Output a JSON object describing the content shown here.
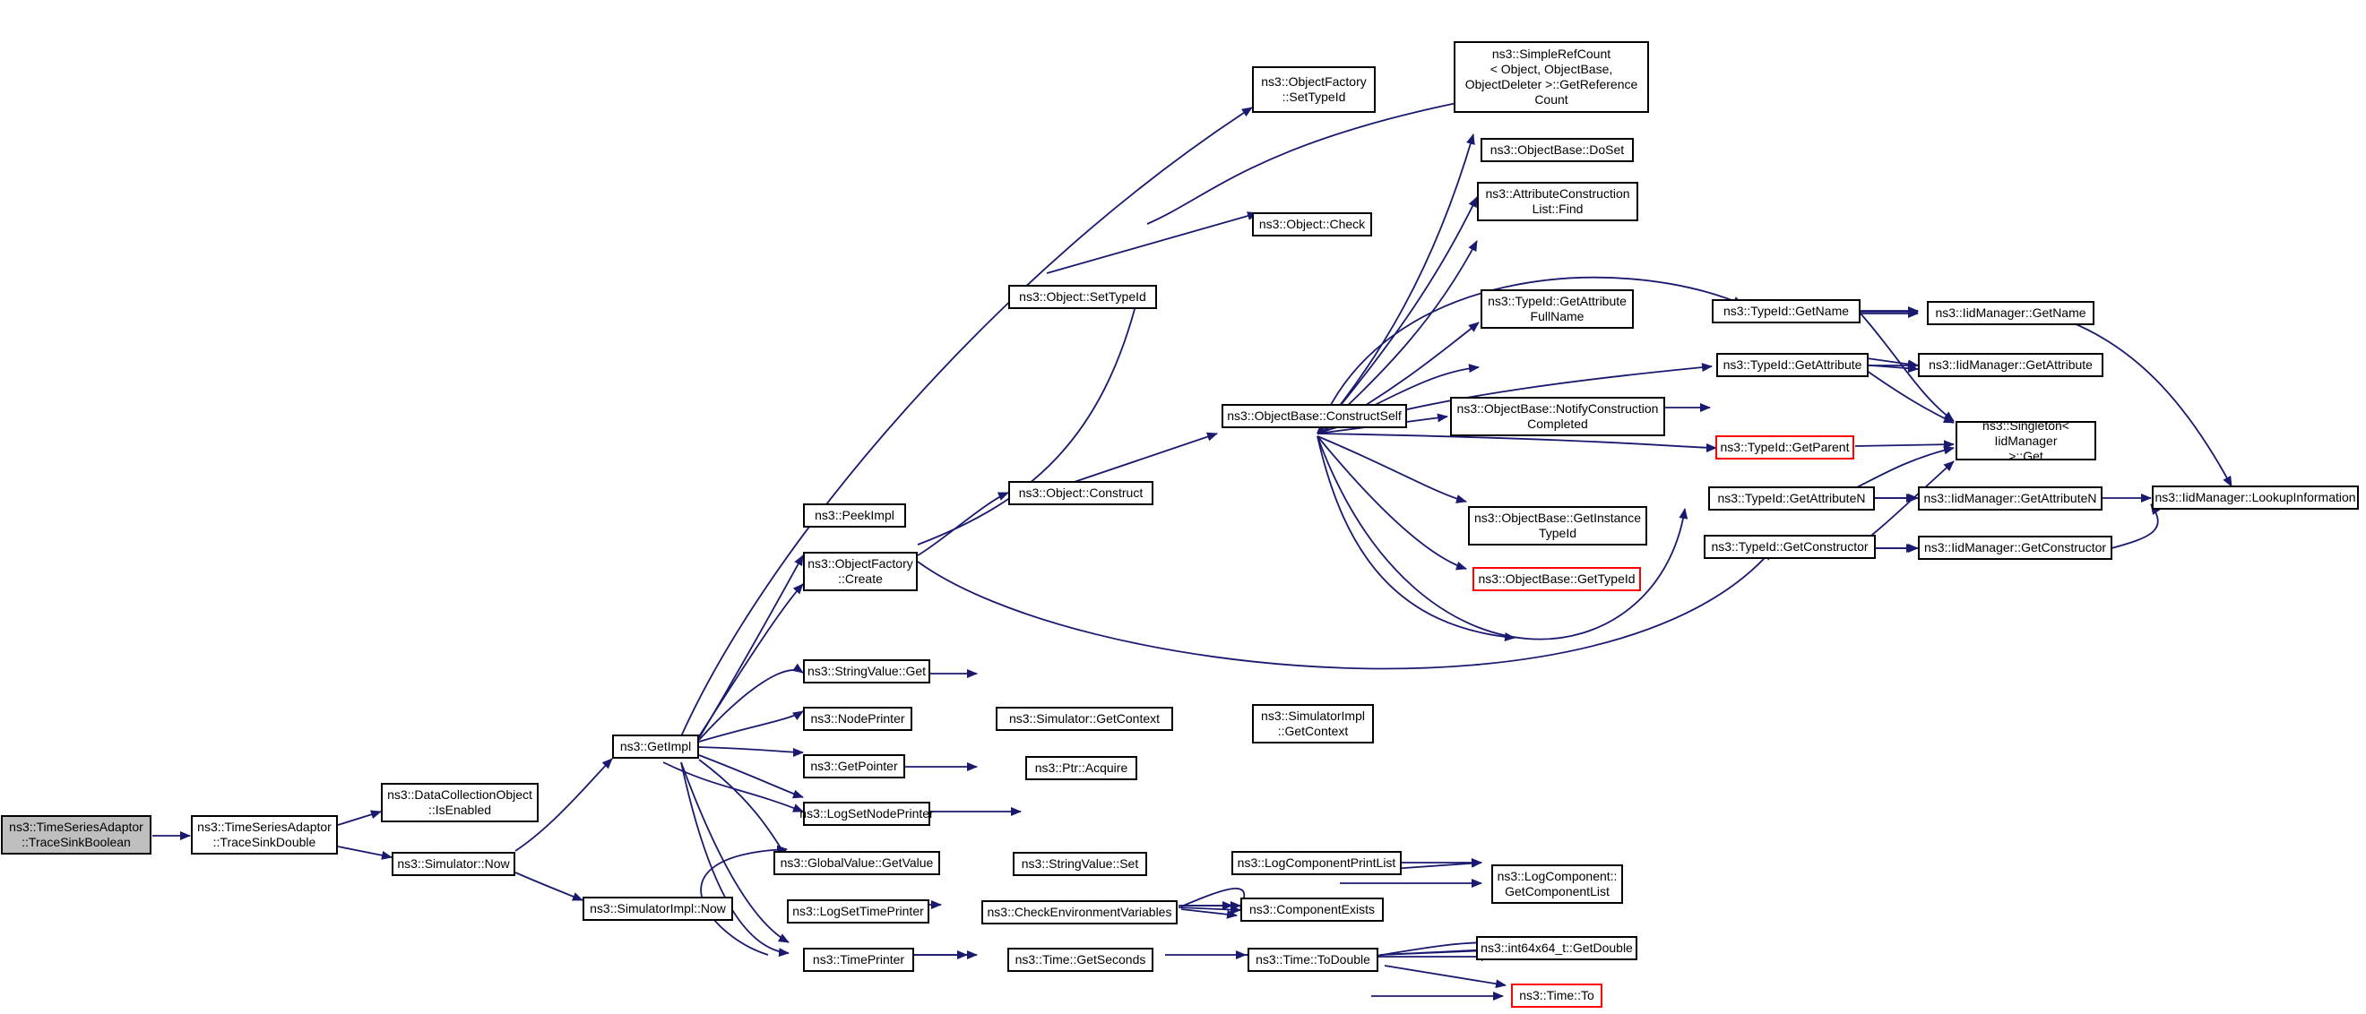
{
  "colors": {
    "edge": "#191970",
    "node_border": "#000000",
    "red_border": "#ff0000",
    "root_fill": "#bfbfbf",
    "background": "#ffffff"
  },
  "nodes": {
    "root": "ns3::TimeSeriesAdaptor\n::TraceSinkBoolean",
    "trace_sink_double": "ns3::TimeSeriesAdaptor\n::TraceSinkDouble",
    "is_enabled": "ns3::DataCollectionObject\n::IsEnabled",
    "simulator_now": "ns3::Simulator::Now",
    "simimpl_now": "ns3::SimulatorImpl::Now",
    "get_impl": "ns3::GetImpl",
    "peek_impl": "ns3::PeekImpl",
    "objfactory_create": "ns3::ObjectFactory\n::Create",
    "stringvalue_get": "ns3::StringValue::Get",
    "node_printer": "ns3::NodePrinter",
    "get_pointer": "ns3::GetPointer",
    "log_set_node_printer": "ns3::LogSetNodePrinter",
    "globalvalue_getvalue": "ns3::GlobalValue::GetValue",
    "log_set_time_printer": "ns3::LogSetTimePrinter",
    "time_printer": "ns3::TimePrinter",
    "objfactory_settypeid": "ns3::ObjectFactory\n::SetTypeId",
    "object_settypeid": "ns3::Object::SetTypeId",
    "object_construct": "ns3::Object::Construct",
    "simulator_getcontext": "ns3::Simulator::GetContext",
    "ptr_acquire": "ns3::Ptr::Acquire",
    "stringvalue_set": "ns3::StringValue::Set",
    "check_env_vars": "ns3::CheckEnvironmentVariables",
    "time_getseconds": "ns3::Time::GetSeconds",
    "object_check": "ns3::Object::Check",
    "objbase_constructself": "ns3::ObjectBase::ConstructSelf",
    "simimpl_getcontext": "ns3::SimulatorImpl\n::GetContext",
    "logcomp_printlist": "ns3::LogComponentPrintList",
    "component_exists": "ns3::ComponentExists",
    "time_todouble": "ns3::Time::ToDouble",
    "simple_ref_count": "ns3::SimpleRefCount\n< Object, ObjectBase,\nObjectDeleter >::GetReference\nCount",
    "objbase_doset": "ns3::ObjectBase::DoSet",
    "attr_construction_find": "ns3::AttributeConstruction\nList::Find",
    "typeid_getattrfullname": "ns3::TypeId::GetAttribute\nFullName",
    "objbase_notify": "ns3::ObjectBase::NotifyConstruction\nCompleted",
    "objbase_getinstance": "ns3::ObjectBase::GetInstance\nTypeId",
    "objbase_gettypeid": "ns3::ObjectBase::GetTypeId",
    "logcomp_getlist": "ns3::LogComponent::\nGetComponentList",
    "int64_getdouble": "ns3::int64x64_t::GetDouble",
    "time_to": "ns3::Time::To",
    "typeid_getname": "ns3::TypeId::GetName",
    "typeid_getattribute": "ns3::TypeId::GetAttribute",
    "typeid_getparent": "ns3::TypeId::GetParent",
    "typeid_getattributen": "ns3::TypeId::GetAttributeN",
    "typeid_getconstructor": "ns3::TypeId::GetConstructor",
    "iidm_getname": "ns3::IidManager::GetName",
    "iidm_getattribute": "ns3::IidManager::GetAttribute",
    "singleton_get": "ns3::Singleton< IidManager\n>::Get",
    "iidm_getattributen": "ns3::IidManager::GetAttributeN",
    "iidm_getconstructor": "ns3::IidManager::GetConstructor",
    "iidm_lookup": "ns3::IidManager::LookupInformation"
  }
}
